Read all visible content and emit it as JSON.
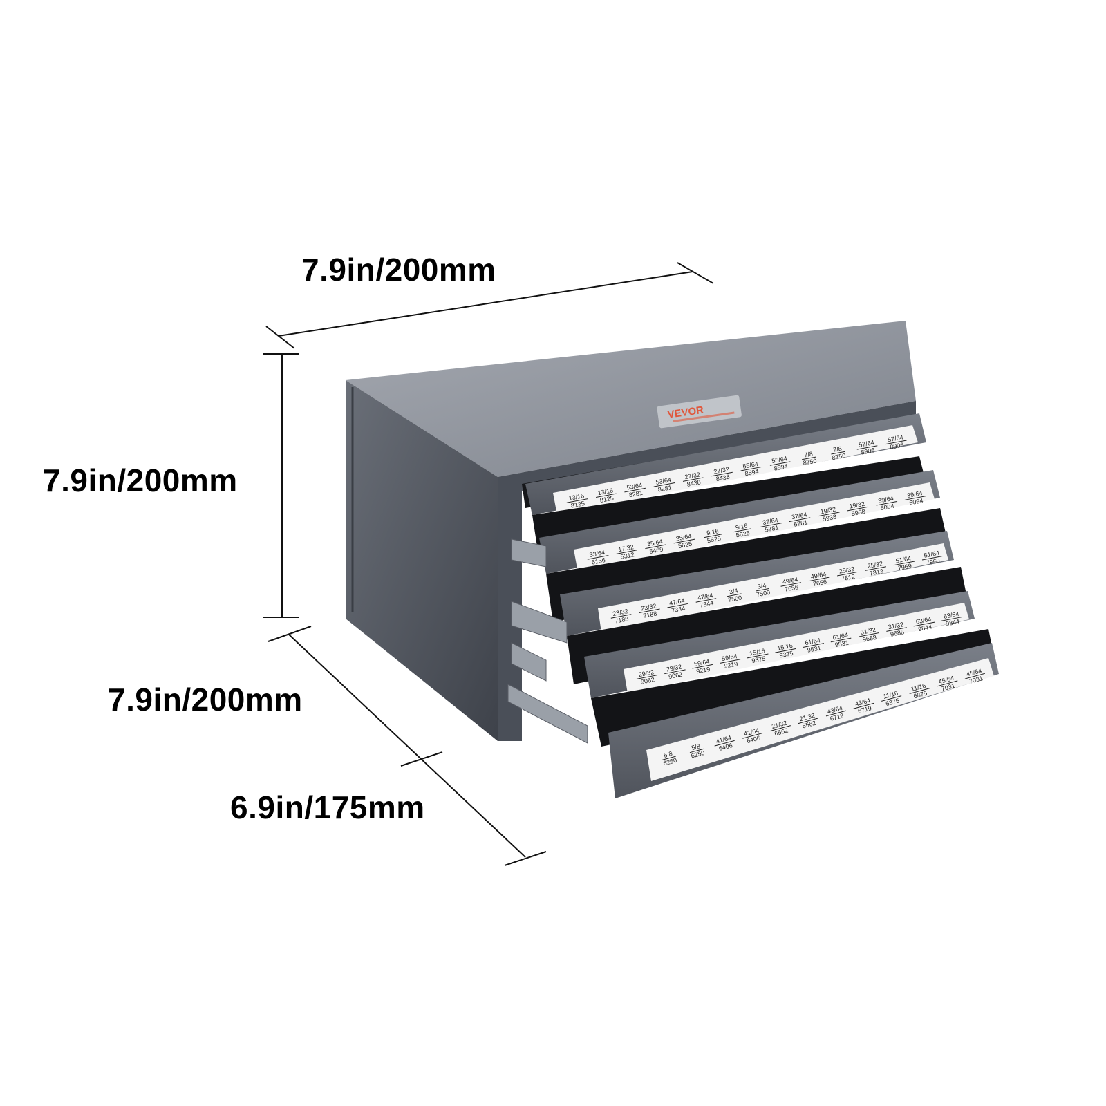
{
  "product": {
    "brand": "VEVOR",
    "description": "5-drawer steel drill bit index cabinet with labeled drawers",
    "colors": {
      "cabinet_top": "#8e939c",
      "cabinet_side": "#5a5f68",
      "cabinet_front": "#4a4f58",
      "drawer_face": "#6b7079",
      "label_strip": "#f4f4f4",
      "brand_red": "#e0563a",
      "bins": "#121316"
    }
  },
  "dimensions": {
    "width": "7.9in/200mm",
    "height": "7.9in/200mm",
    "depth_cabinet": "7.9in/200mm",
    "depth_extended": "6.9in/175mm"
  },
  "drawers": [
    {
      "labels": [
        {
          "frac": "13/16",
          "dec": "8125"
        },
        {
          "frac": "13/16",
          "dec": "8125"
        },
        {
          "frac": "53/64",
          "dec": "8281"
        },
        {
          "frac": "53/64",
          "dec": "8281"
        },
        {
          "frac": "27/32",
          "dec": "8438"
        },
        {
          "frac": "27/32",
          "dec": "8438"
        },
        {
          "frac": "55/64",
          "dec": "8594"
        },
        {
          "frac": "55/64",
          "dec": "8594"
        },
        {
          "frac": "7/8",
          "dec": "8750"
        },
        {
          "frac": "7/8",
          "dec": "8750"
        },
        {
          "frac": "57/64",
          "dec": "8906"
        },
        {
          "frac": "57/64",
          "dec": "8906"
        }
      ]
    },
    {
      "labels": [
        {
          "frac": "33/64",
          "dec": "5156"
        },
        {
          "frac": "17/32",
          "dec": "5312"
        },
        {
          "frac": "35/64",
          "dec": "5469"
        },
        {
          "frac": "35/64",
          "dec": "5625"
        },
        {
          "frac": "9/16",
          "dec": "5625"
        },
        {
          "frac": "9/16",
          "dec": "5625"
        },
        {
          "frac": "37/64",
          "dec": "5781"
        },
        {
          "frac": "37/64",
          "dec": "5781"
        },
        {
          "frac": "19/32",
          "dec": "5938"
        },
        {
          "frac": "19/32",
          "dec": "5938"
        },
        {
          "frac": "39/64",
          "dec": "6094"
        },
        {
          "frac": "39/64",
          "dec": "6094"
        }
      ]
    },
    {
      "labels": [
        {
          "frac": "23/32",
          "dec": "7188"
        },
        {
          "frac": "23/32",
          "dec": "7188"
        },
        {
          "frac": "47/64",
          "dec": "7344"
        },
        {
          "frac": "47/64",
          "dec": "7344"
        },
        {
          "frac": "3/4",
          "dec": "7500"
        },
        {
          "frac": "3/4",
          "dec": "7500"
        },
        {
          "frac": "49/64",
          "dec": "7656"
        },
        {
          "frac": "49/64",
          "dec": "7656"
        },
        {
          "frac": "25/32",
          "dec": "7812"
        },
        {
          "frac": "25/32",
          "dec": "7812"
        },
        {
          "frac": "51/64",
          "dec": "7969"
        },
        {
          "frac": "51/64",
          "dec": "7969"
        }
      ]
    },
    {
      "labels": [
        {
          "frac": "29/32",
          "dec": "9062"
        },
        {
          "frac": "29/32",
          "dec": "9062"
        },
        {
          "frac": "59/64",
          "dec": "9219"
        },
        {
          "frac": "59/64",
          "dec": "9219"
        },
        {
          "frac": "15/16",
          "dec": "9375"
        },
        {
          "frac": "15/16",
          "dec": "9375"
        },
        {
          "frac": "61/64",
          "dec": "9531"
        },
        {
          "frac": "61/64",
          "dec": "9531"
        },
        {
          "frac": "31/32",
          "dec": "9688"
        },
        {
          "frac": "31/32",
          "dec": "9688"
        },
        {
          "frac": "63/64",
          "dec": "9844"
        },
        {
          "frac": "63/64",
          "dec": "9844"
        }
      ]
    },
    {
      "labels": [
        {
          "frac": "5/8",
          "dec": "6250"
        },
        {
          "frac": "5/8",
          "dec": "6250"
        },
        {
          "frac": "41/64",
          "dec": "6406"
        },
        {
          "frac": "41/64",
          "dec": "6406"
        },
        {
          "frac": "21/32",
          "dec": "6562"
        },
        {
          "frac": "21/32",
          "dec": "6562"
        },
        {
          "frac": "43/64",
          "dec": "6719"
        },
        {
          "frac": "43/64",
          "dec": "6719"
        },
        {
          "frac": "11/16",
          "dec": "6875"
        },
        {
          "frac": "11/16",
          "dec": "6875"
        },
        {
          "frac": "45/64",
          "dec": "7031"
        },
        {
          "frac": "45/64",
          "dec": "7031"
        }
      ]
    }
  ]
}
